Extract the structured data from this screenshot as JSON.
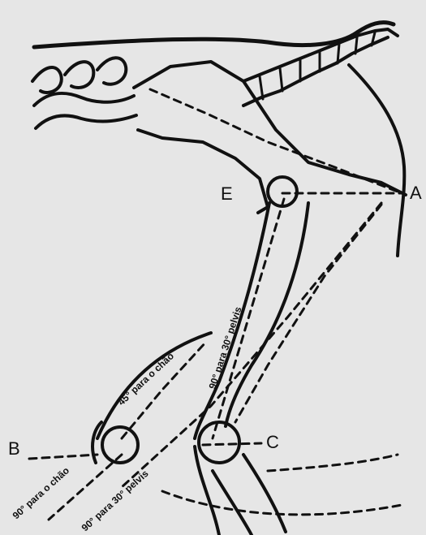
{
  "points": {
    "a": "A",
    "b": "B",
    "c": "C",
    "e": "E"
  },
  "annotations": {
    "femur_pelvis": "90° para 30° pelvis",
    "femur_ground": "45° para o chão",
    "tibia_ground": "90° para o chão",
    "tibia_pelvis": "90° para 30° pelvis"
  },
  "colors": {
    "background": "#e6e6e6",
    "ink": "#111111"
  }
}
